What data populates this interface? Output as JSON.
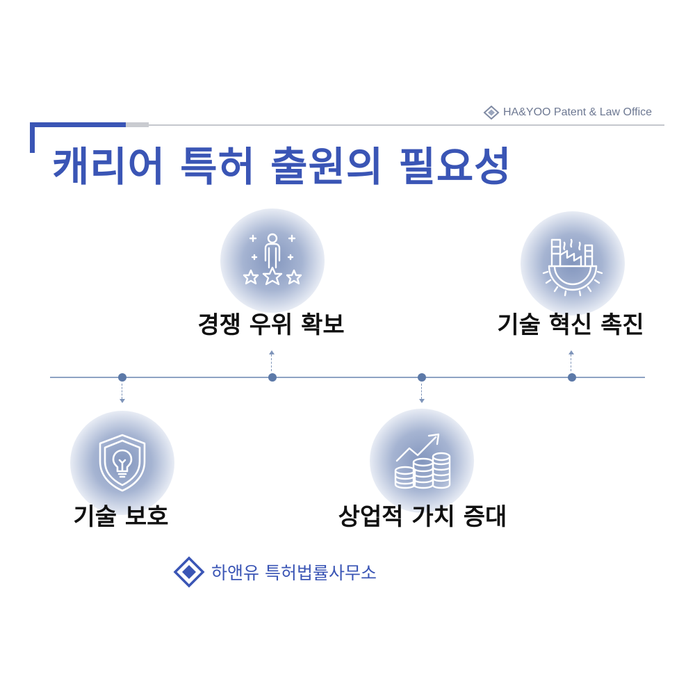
{
  "header": {
    "brand_text": "HA&YOO Patent & Law Office",
    "title": "캐리어 특허 출원의 필요성"
  },
  "timeline_items": [
    {
      "label": "기술 보호",
      "icon": "lightbulb-shield-icon",
      "position": "below"
    },
    {
      "label": "경쟁 우위 확보",
      "icon": "person-stars-icon",
      "position": "above"
    },
    {
      "label": "상업적 가치 증대",
      "icon": "coins-growth-icon",
      "position": "below"
    },
    {
      "label": "기술 혁신 촉진",
      "icon": "factory-gear-icon",
      "position": "above"
    }
  ],
  "footer": {
    "brand_text": "하앤유 특허법률사무소"
  },
  "colors": {
    "accent": "#3a55b5",
    "timeline": "#8ea3c3",
    "dot": "#5c79a8",
    "text": "#111111"
  }
}
